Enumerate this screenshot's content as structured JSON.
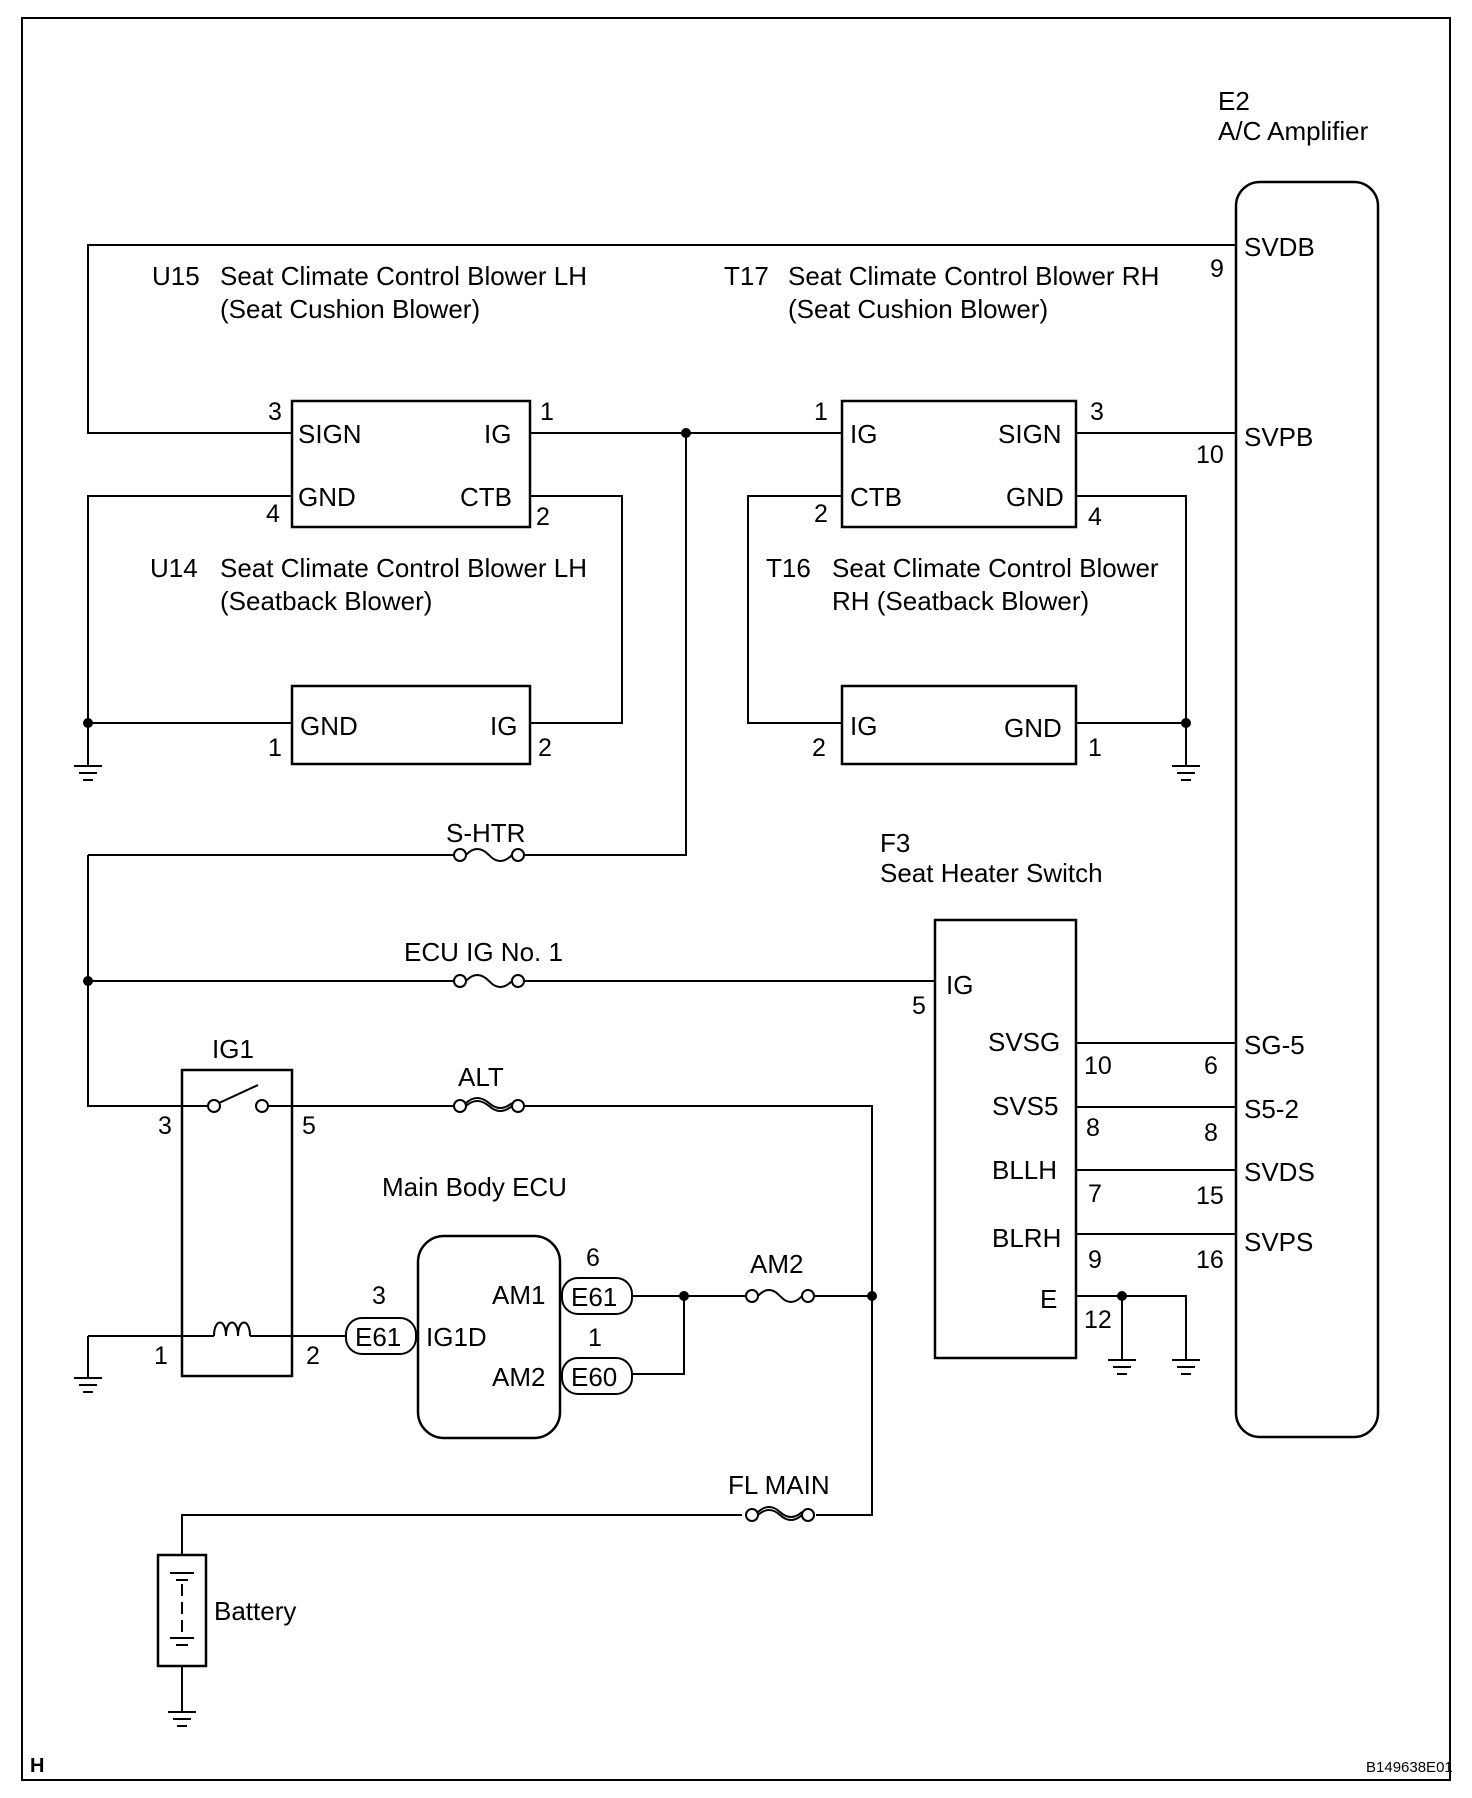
{
  "corner_letter": "H",
  "figure_code": "B149638E01",
  "amplifier": {
    "code": "E2",
    "name": "A/C Amplifier",
    "terminals": {
      "svdb": "SVDB",
      "svdb_pin": "9",
      "svpb": "SVPB",
      "svpb_pin": "10",
      "sg5": "SG-5",
      "sg5_pin": "6",
      "s52": "S5-2",
      "s52_pin": "8",
      "svds": "SVDS",
      "svds_pin": "15",
      "svps": "SVPS",
      "svps_pin": "16"
    }
  },
  "u15": {
    "code": "U15",
    "name_line1": "Seat Climate Control Blower LH",
    "name_line2": "(Seat Cushion Blower)",
    "sign": "SIGN",
    "sign_pin": "3",
    "ig": "IG",
    "ig_pin": "1",
    "gnd": "GND",
    "gnd_pin": "4",
    "ctb": "CTB",
    "ctb_pin": "2"
  },
  "t17": {
    "code": "T17",
    "name_line1": "Seat Climate Control Blower RH",
    "name_line2": "(Seat Cushion Blower)",
    "ig": "IG",
    "ig_pin": "1",
    "sign": "SIGN",
    "sign_pin": "3",
    "ctb": "CTB",
    "ctb_pin": "2",
    "gnd": "GND",
    "gnd_pin": "4"
  },
  "u14": {
    "code": "U14",
    "name_line1": "Seat Climate Control Blower LH",
    "name_line2": "(Seatback Blower)",
    "gnd": "GND",
    "gnd_pin": "1",
    "ig": "IG",
    "ig_pin": "2"
  },
  "t16": {
    "code": "T16",
    "name_line1": "Seat Climate Control Blower",
    "name_line2": "RH (Seatback Blower)",
    "ig": "IG",
    "ig_pin": "2",
    "gnd": "GND",
    "gnd_pin": "1"
  },
  "fuses": {
    "s_htr": "S-HTR",
    "ecu_ig": "ECU IG No. 1",
    "alt": "ALT",
    "am2": "AM2",
    "fl_main": "FL MAIN"
  },
  "seat_heater_switch": {
    "code": "F3",
    "name": "Seat Heater Switch",
    "ig": "IG",
    "ig_pin": "5",
    "svsg": "SVSG",
    "svsg_pin": "10",
    "svs5": "SVS5",
    "svs5_pin": "8",
    "bllh": "BLLH",
    "bllh_pin": "7",
    "blrh": "BLRH",
    "blrh_pin": "9",
    "e": "E",
    "e_pin": "12"
  },
  "ig1_relay": {
    "name": "IG1",
    "pin3": "3",
    "pin5": "5",
    "pin1": "1",
    "pin2": "2"
  },
  "main_body_ecu": {
    "name": "Main Body ECU",
    "ig1d": "IG1D",
    "am1": "AM1",
    "am2": "AM2",
    "ig1d_connector": "E61",
    "ig1d_pin": "3",
    "am1_connector": "E61",
    "am1_pin": "6",
    "am2_connector": "E60",
    "am2_pin": "1"
  },
  "battery": {
    "name": "Battery"
  }
}
